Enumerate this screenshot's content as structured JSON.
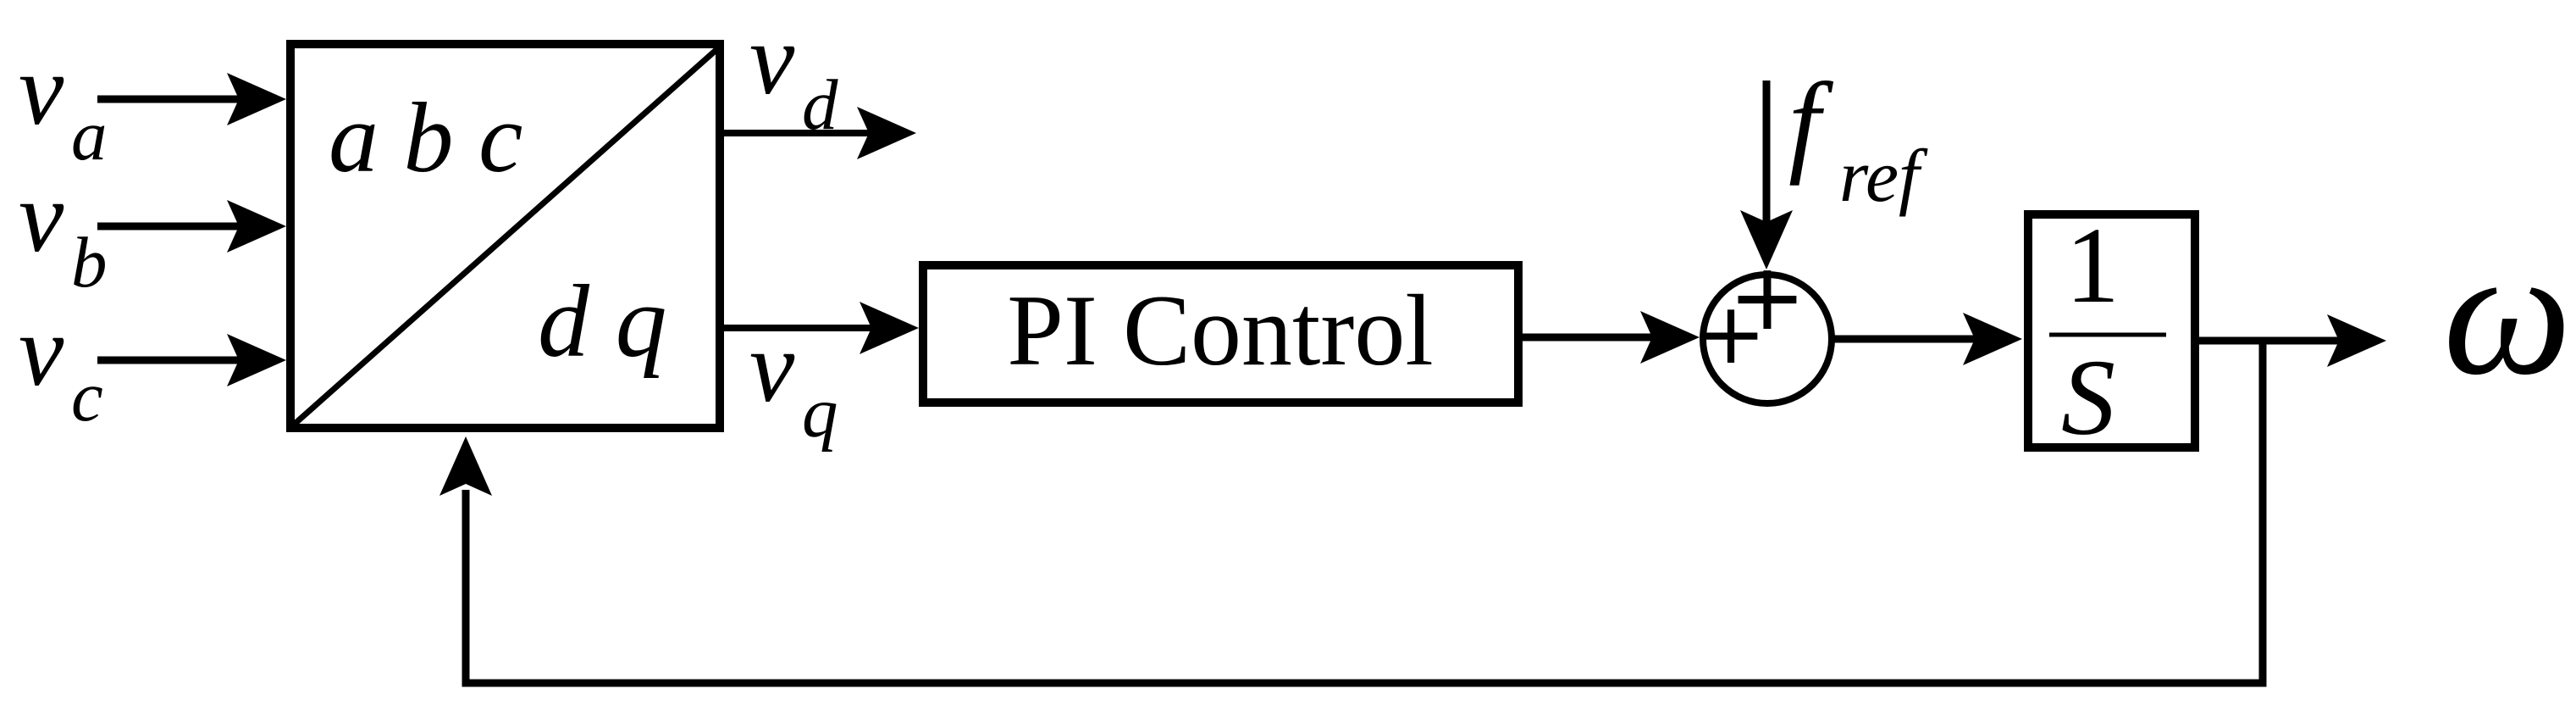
{
  "colors": {
    "stroke": "#000000",
    "background": "#ffffff"
  },
  "labels": {
    "v_a": {
      "base": "v",
      "sub": "a"
    },
    "v_b": {
      "base": "v",
      "sub": "b"
    },
    "v_c": {
      "base": "v",
      "sub": "c"
    },
    "v_d": {
      "base": "v",
      "sub": "d"
    },
    "v_q": {
      "base": "v",
      "sub": "q"
    },
    "f_ref": {
      "base": "f",
      "sub": "ref"
    },
    "omega": "ω"
  },
  "blocks": {
    "transform": {
      "upper": "a b c",
      "lower": "d q"
    },
    "pi": {
      "label": "PI Control"
    },
    "integrator": {
      "numerator": "1",
      "denominator": "S"
    }
  },
  "summing_junction": {
    "top_sign": "+",
    "left_sign": "+"
  }
}
